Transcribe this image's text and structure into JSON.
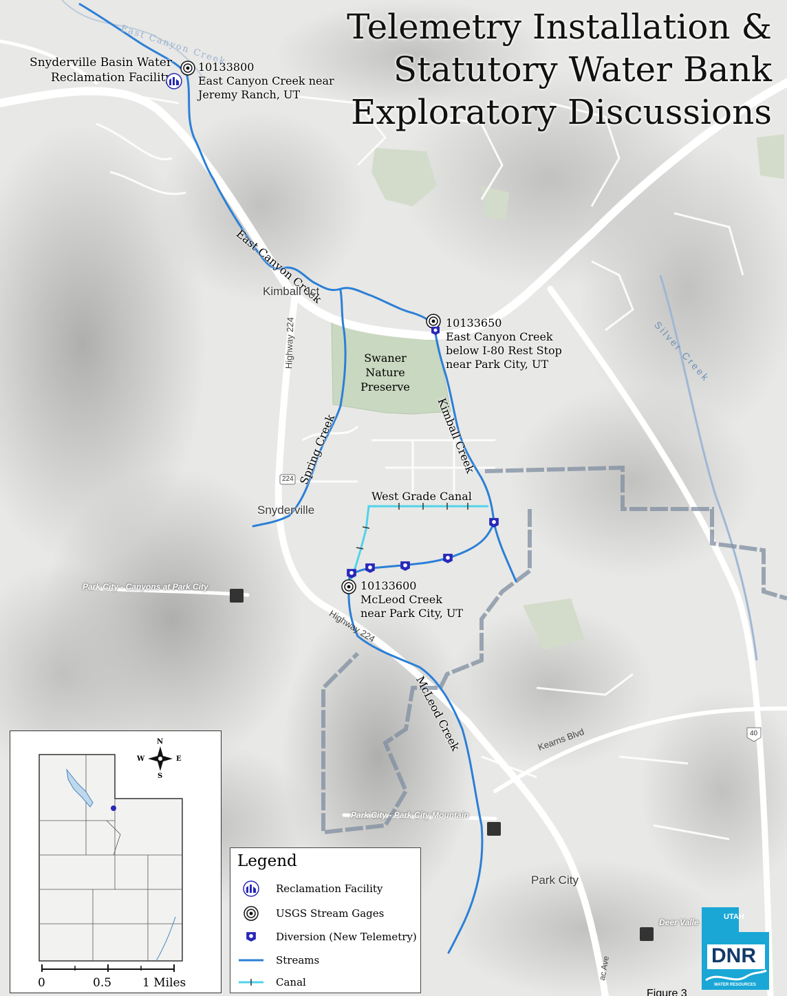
{
  "title": {
    "line1": "Telemetry Installation &",
    "line2": "Statutory Water Bank",
    "line3": "Exploratory Discussions"
  },
  "facility": {
    "name_line1": "Snyderville Basin Water",
    "name_line2": "Reclamation Facility"
  },
  "gages": [
    {
      "id": "10133800",
      "line1": "East Canyon Creek near",
      "line2": "Jeremy Ranch, UT"
    },
    {
      "id": "10133650",
      "line1": "East Canyon Creek",
      "line2": "below I-80 Rest Stop",
      "line3": "near Park City, UT"
    },
    {
      "id": "10133600",
      "line1": "McLeod Creek",
      "line2": "near Park City, UT"
    }
  ],
  "streams": {
    "east_canyon_upper": "East Canyon Creek",
    "east_canyon": "East Canyon Creek",
    "kimball": "Kimball Creek",
    "spring": "Spring Creek",
    "mcleod": "McLeod Creek",
    "silver": "Silver Creek"
  },
  "canal_label": "West Grade Canal",
  "preserve": {
    "line1": "Swaner",
    "line2": "Nature",
    "line3": "Preserve"
  },
  "places": {
    "kimball_jct": "Kimball Jct",
    "snyderville": "Snyderville",
    "park_city": "Park City",
    "canyons": "Park City - Canyons at Park City",
    "pc_mountain": "Park City - Park City Mountain",
    "deer_valley": "Deer Valle"
  },
  "roads": {
    "hwy224_north": "Highway 224",
    "hwy224_south": "Highway 224",
    "kearns": "Kearns Blvd",
    "shield_224": "224",
    "shield_40": "40",
    "ave": "ac Ave"
  },
  "legend": {
    "title": "Legend",
    "items": [
      {
        "icon": "reclamation-facility-icon",
        "label": "Reclamation Facility"
      },
      {
        "icon": "stream-gage-icon",
        "label": "USGS Stream Gages"
      },
      {
        "icon": "diversion-telemetry-icon",
        "label": "Diversion (New Telemetry)"
      },
      {
        "icon": "stream-line-icon",
        "label": "Streams"
      },
      {
        "icon": "canal-line-icon",
        "label": "Canal"
      }
    ]
  },
  "scale_bar": {
    "ticks": [
      "0",
      "0.5",
      "1 Miles"
    ]
  },
  "compass": {
    "n": "N",
    "s": "S",
    "e": "E",
    "w": "W"
  },
  "logo": {
    "top": "UTAH",
    "main": "DNR",
    "bottom": "WATER RESOURCES"
  },
  "figure_label": "Figure 3",
  "colors": {
    "stream": "#2b7fd6",
    "canal": "#4fd3ea",
    "icon_blue": "#2828b8",
    "preserve": "#c9d8c0",
    "boundary": "#7f8ea0"
  }
}
